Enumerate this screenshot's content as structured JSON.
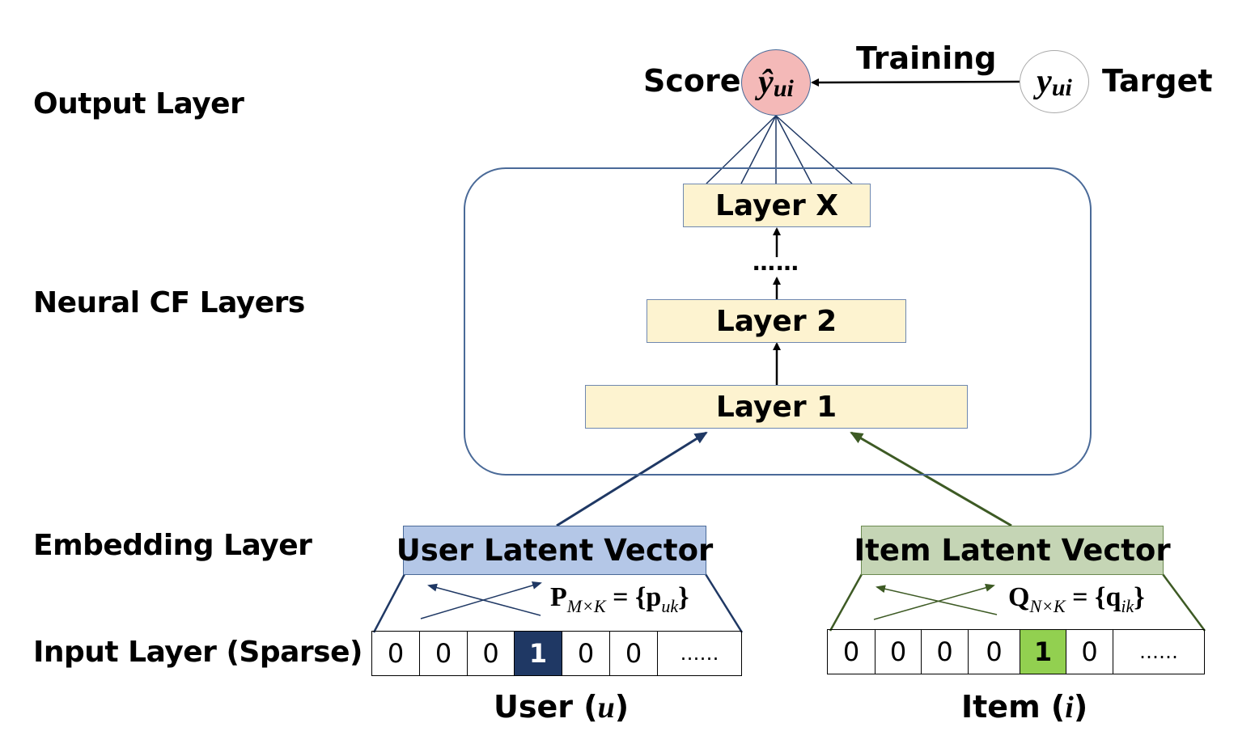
{
  "row_labels": {
    "output": "Output Layer",
    "neural": "Neural CF Layers",
    "embedding": "Embedding Layer",
    "input": "Input Layer (Sparse)"
  },
  "output": {
    "score_label": "Score",
    "prediction_symbol": "ŷ",
    "prediction_subscript": "ui",
    "training_label": "Training",
    "target_symbol": "y",
    "target_subscript": "ui",
    "target_label": "Target"
  },
  "layers": {
    "top": "Layer X",
    "ellipsis": "……",
    "second": "Layer 2",
    "first": "Layer 1"
  },
  "embedding": {
    "user_label": "User Latent Vector",
    "item_label": "Item Latent Vector",
    "user_matrix": {
      "symbol": "P",
      "dims": "M×K",
      "eq": " = {",
      "elem": "p",
      "elem_sub": "uk",
      "close": "}"
    },
    "item_matrix": {
      "symbol": "Q",
      "dims": "N×K",
      "eq": " = {",
      "elem": "q",
      "elem_sub": "ik",
      "close": "}"
    }
  },
  "input": {
    "user_cells": [
      "0",
      "0",
      "0",
      "1",
      "0",
      "0",
      "……"
    ],
    "item_cells": [
      "0",
      "0",
      "0",
      "0",
      "1",
      "0",
      "……"
    ],
    "user_caption_prefix": "User (",
    "user_caption_var": "u",
    "user_caption_suffix": ")",
    "item_caption_prefix": "Item (",
    "item_caption_var": "i",
    "item_caption_suffix": ")"
  },
  "colors": {
    "prediction_fill": "#f4b9b8",
    "user_embed_fill": "#b4c7e7",
    "item_embed_fill": "#c5d5b5",
    "user_active_cell": "#1f3864",
    "item_active_cell": "#92d050",
    "layer_fill": "#fdf3d0",
    "user_arrow": "#1f3864",
    "item_arrow": "#3d5a24"
  }
}
